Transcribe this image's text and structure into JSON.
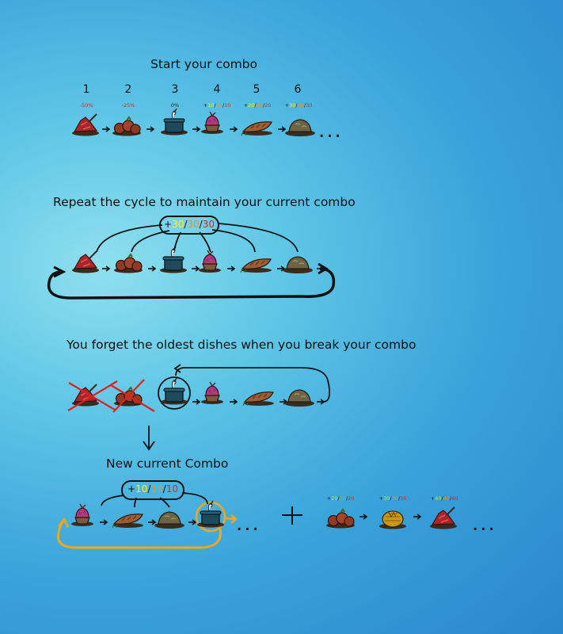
{
  "section1": {
    "title": "Start your combo",
    "numbers": [
      "1",
      "2",
      "3",
      "4",
      "5",
      "6"
    ],
    "percents": [
      "-50%",
      "-25%",
      "0%"
    ],
    "bonus4": {
      "sign": "+",
      "a": "10",
      "b": "10",
      "c": "10"
    },
    "bonus5": {
      "sign": "+",
      "a": "20",
      "b": "20",
      "c": "20"
    },
    "bonus6": {
      "sign": "+",
      "a": "30",
      "b": "30",
      "c": "30"
    },
    "ellipsis": "..."
  },
  "section2": {
    "title": "Repeat the cycle to maintain your current combo",
    "bonus": {
      "sign": "+",
      "a": "30",
      "b": "30",
      "c": "30"
    }
  },
  "section3": {
    "title": "You forget the oldest dishes when you break your combo",
    "arrow_down": "↓"
  },
  "section4": {
    "title": "New current Combo",
    "bonus": {
      "sign": "+",
      "a": "10",
      "b": "10",
      "c": "10"
    },
    "plus": "+",
    "ellipsis": "...",
    "next1": {
      "sign": "+",
      "a": "20",
      "b": "20",
      "c": "20"
    },
    "next2": {
      "sign": "+",
      "a": "30",
      "b": "30",
      "c": "30"
    },
    "next3": {
      "sign": "+",
      "a": "40",
      "b": "40",
      "c": "40"
    }
  },
  "colors": {
    "background_light": "#8fe0ee",
    "background_dark": "#2a86cc",
    "ink": "#111111",
    "yellow": "#ffee33",
    "orange": "#e3952a",
    "red": "#d62a22",
    "green": "#b7ef3c",
    "highlight_loop": "#f3a61a"
  },
  "icons": [
    "meat-skewer-icon",
    "meatballs-icon",
    "crockpot-icon",
    "berry-dish-icon",
    "baguette-icon",
    "stew-icon",
    "honey-ham-icon"
  ]
}
